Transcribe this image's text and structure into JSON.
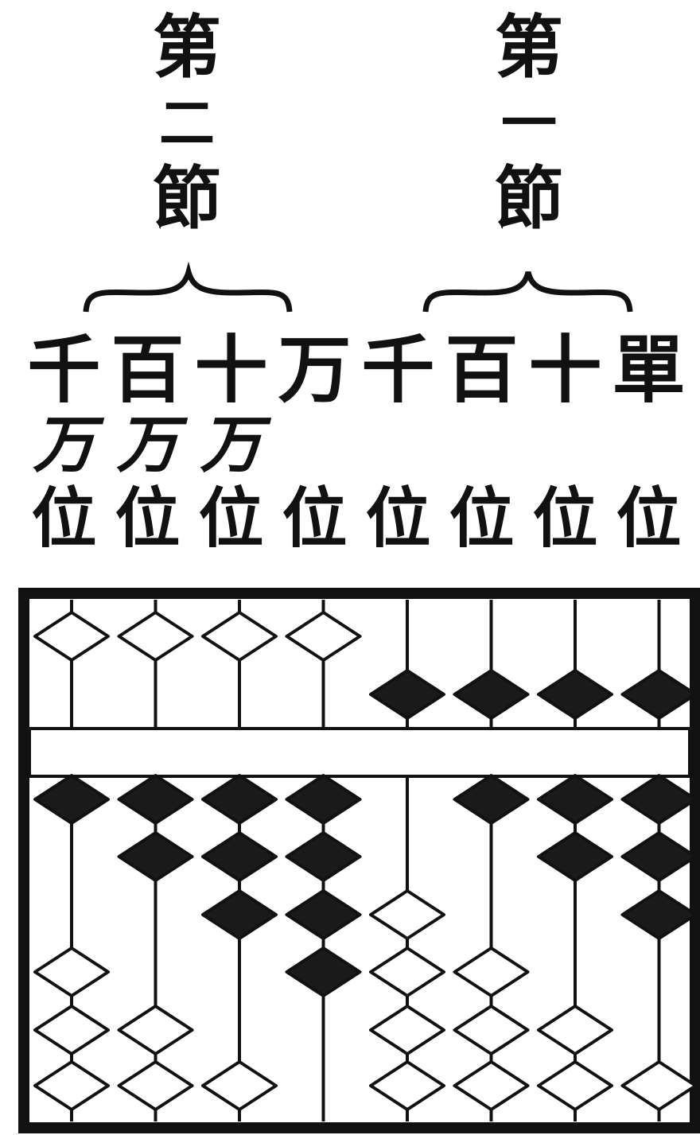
{
  "sections": [
    {
      "id": "sec2",
      "chars": [
        "第",
        "二",
        "節"
      ]
    },
    {
      "id": "sec1",
      "chars": [
        "第",
        "一",
        "節"
      ]
    }
  ],
  "place_labels": {
    "top": [
      "千",
      "百",
      "十",
      "万",
      "千",
      "百",
      "十",
      "單"
    ],
    "second": [
      "万",
      "万",
      "万",
      "",
      "",
      "",
      "",
      ""
    ],
    "bottom": [
      "位",
      "位",
      "位",
      "位",
      "位",
      "位",
      "位",
      "位"
    ]
  },
  "abacus": {
    "rods": [
      {
        "upper_active": false,
        "lower_active": 1
      },
      {
        "upper_active": false,
        "lower_active": 2
      },
      {
        "upper_active": false,
        "lower_active": 3
      },
      {
        "upper_active": false,
        "lower_active": 4
      },
      {
        "upper_active": true,
        "lower_active": 0
      },
      {
        "upper_active": true,
        "lower_active": 1
      },
      {
        "upper_active": true,
        "lower_active": 2
      },
      {
        "upper_active": true,
        "lower_active": 3
      }
    ],
    "colors": {
      "frame": "#111111",
      "bead_filled": "#1a1a1a",
      "bead_empty": "#ffffff"
    }
  }
}
